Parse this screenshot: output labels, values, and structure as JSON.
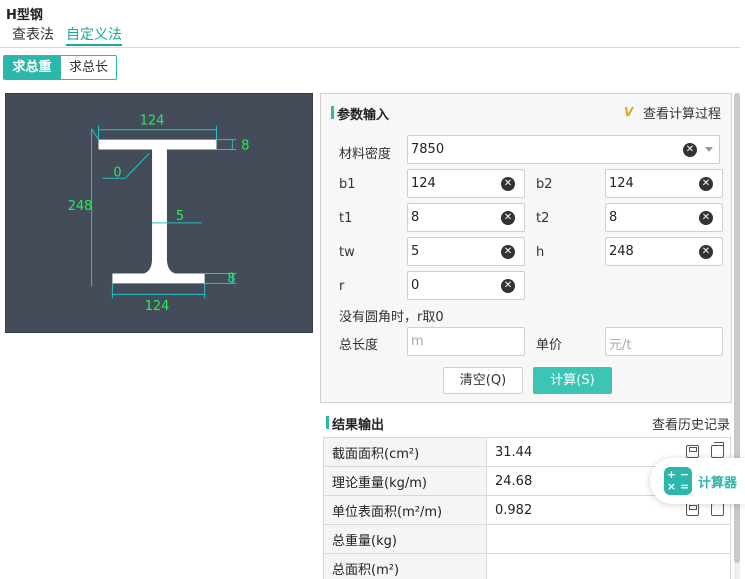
{
  "page": {
    "title": "H型钢"
  },
  "tabs": [
    {
      "label": "查表法"
    },
    {
      "label": "自定义法"
    }
  ],
  "mode": [
    {
      "label": "求总重"
    },
    {
      "label": "求总长"
    }
  ],
  "diagram": {
    "labels": {
      "top_width": "124",
      "top_flange": "8",
      "r": "0",
      "height": "248",
      "web": "5",
      "bottom_flange": "8",
      "bottom_width": "124"
    },
    "colors": {
      "background": "#454c59",
      "shape": "#ffffff",
      "dim_line": "#22c3c3",
      "dim_text": "#22ee55"
    }
  },
  "params": {
    "title": "参数输入",
    "view_process": "查看计算过程",
    "density": {
      "label": "材料密度",
      "value": "7850"
    },
    "b1": {
      "label": "b1",
      "value": "124"
    },
    "b2": {
      "label": "b2",
      "value": "124"
    },
    "t1": {
      "label": "t1",
      "value": "8"
    },
    "t2": {
      "label": "t2",
      "value": "8"
    },
    "tw": {
      "label": "tw",
      "value": "5"
    },
    "h": {
      "label": "h",
      "value": "248"
    },
    "r": {
      "label": "r",
      "value": "0"
    },
    "hint": "没有圆角时，r取0",
    "total_length": {
      "label": "总长度",
      "placeholder": "m"
    },
    "unit_price": {
      "label": "单价",
      "placeholder": "元/t"
    },
    "clear_button": "清空(Q)",
    "calc_button": "计算(S)"
  },
  "results": {
    "title": "结果输出",
    "history": "查看历史记录",
    "rows": [
      {
        "name": "截面面积(cm²)",
        "value": "31.44"
      },
      {
        "name": "理论重量(kg/m)",
        "value": "24.68"
      },
      {
        "name": "单位表面积(m²/m)",
        "value": "0.982"
      },
      {
        "name": "总重量(kg)",
        "value": ""
      },
      {
        "name": "总面积(m²)",
        "value": ""
      }
    ]
  },
  "calculator": {
    "label": "计算器"
  },
  "colors": {
    "accent": "#2bb7aa"
  }
}
